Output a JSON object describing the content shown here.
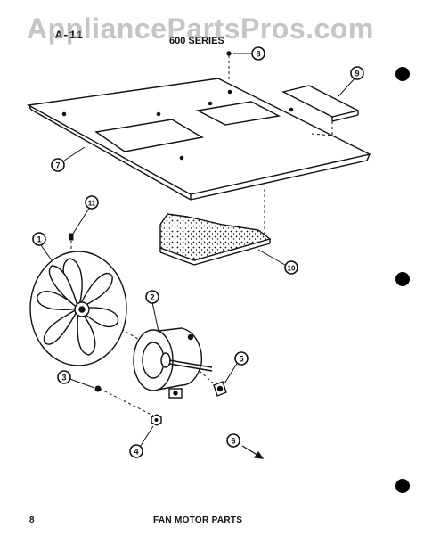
{
  "watermark": "AppliancePartsPros.com",
  "header": {
    "page_ref": "A-11",
    "series_label": "600 SERIES"
  },
  "footer": {
    "page_number": "8",
    "caption": "FAN MOTOR PARTS"
  },
  "callouts": [
    {
      "id": "callout-1",
      "label": "1"
    },
    {
      "id": "callout-2",
      "label": "2"
    },
    {
      "id": "callout-3",
      "label": "3"
    },
    {
      "id": "callout-4",
      "label": "4"
    },
    {
      "id": "callout-5",
      "label": "5"
    },
    {
      "id": "callout-6",
      "label": "6"
    },
    {
      "id": "callout-7",
      "label": "7"
    },
    {
      "id": "callout-8",
      "label": "8"
    },
    {
      "id": "callout-9",
      "label": "9"
    },
    {
      "id": "callout-10",
      "label": "10"
    },
    {
      "id": "callout-11",
      "label": "11"
    }
  ],
  "colors": {
    "ink": "#111111",
    "paper": "#ffffff",
    "watermark": "#969696"
  }
}
